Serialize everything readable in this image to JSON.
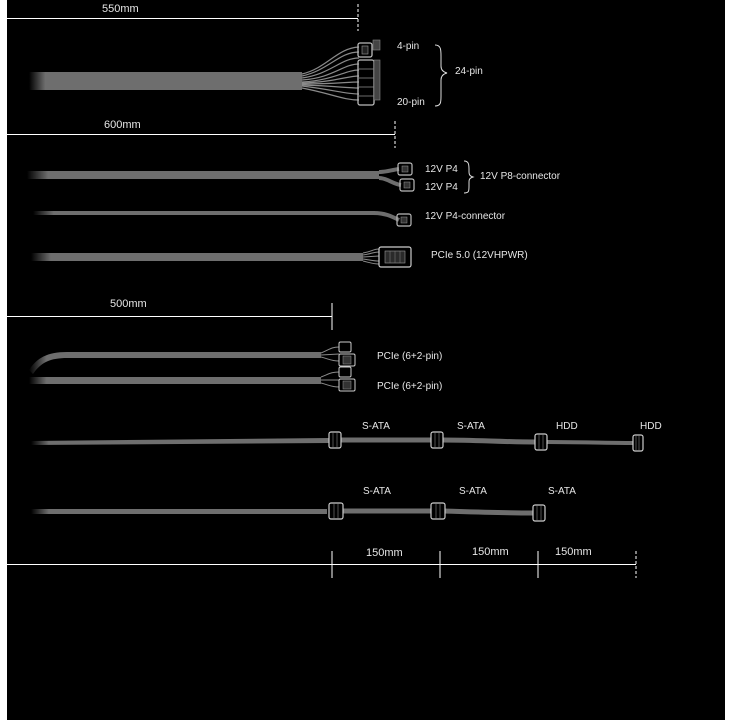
{
  "dimensions": {
    "d550": "550mm",
    "d600": "600mm",
    "d500": "500mm",
    "s150a": "150mm",
    "s150b": "150mm",
    "s150c": "150mm"
  },
  "labels": {
    "pin4": "4-pin",
    "pin24": "24-pin",
    "pin20": "20-pin",
    "p4a": "12V P4",
    "p4b": "12V P4",
    "p8": "12V P8-connector",
    "p4conn": "12V P4-connector",
    "pcie5": "PCIe 5.0 (12VHPWR)",
    "pcie_a": "PCIe (6+2-pin)",
    "pcie_b": "PCIe (6+2-pin)",
    "sata1": "S-ATA",
    "sata2": "S-ATA",
    "hdd1": "HDD",
    "hdd2": "HDD",
    "sata3": "S-ATA",
    "sata4": "S-ATA",
    "sata5": "S-ATA"
  },
  "colors": {
    "background": "#000000",
    "cable": "#6e6e6e",
    "line": "#ffffff"
  }
}
